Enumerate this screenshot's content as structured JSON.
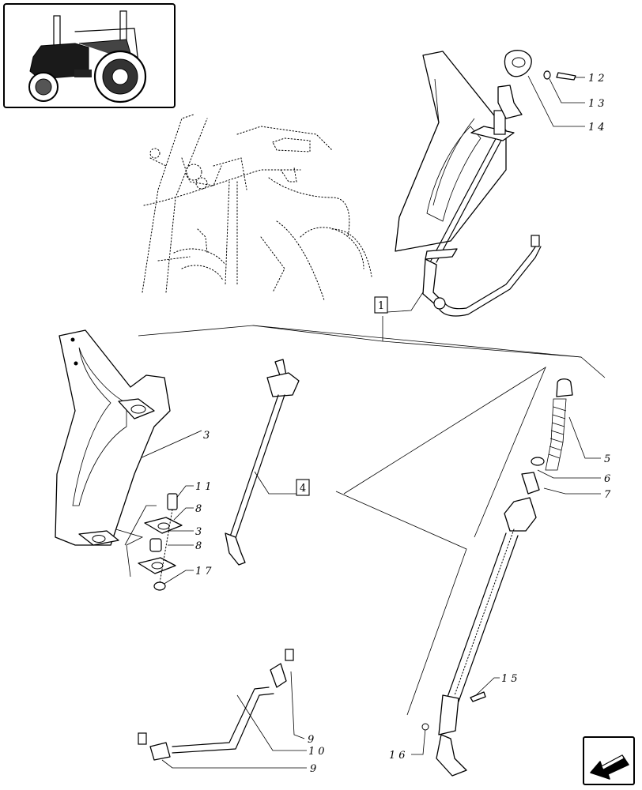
{
  "callouts": {
    "c1": "1",
    "c3a": "3",
    "c3b": "3",
    "c4": "4",
    "c5": "5",
    "c6": "6",
    "c7": "7",
    "c8a": "8",
    "c8b": "8",
    "c9a": "9",
    "c9b": "9",
    "c10": "10",
    "c11": "11",
    "c12": "12",
    "c13": "13",
    "c14": "14",
    "c15": "15",
    "c16": "16",
    "c17": "17"
  },
  "icons": {
    "thumbnail": "tractor-icon",
    "nav": "back-arrow-icon"
  }
}
